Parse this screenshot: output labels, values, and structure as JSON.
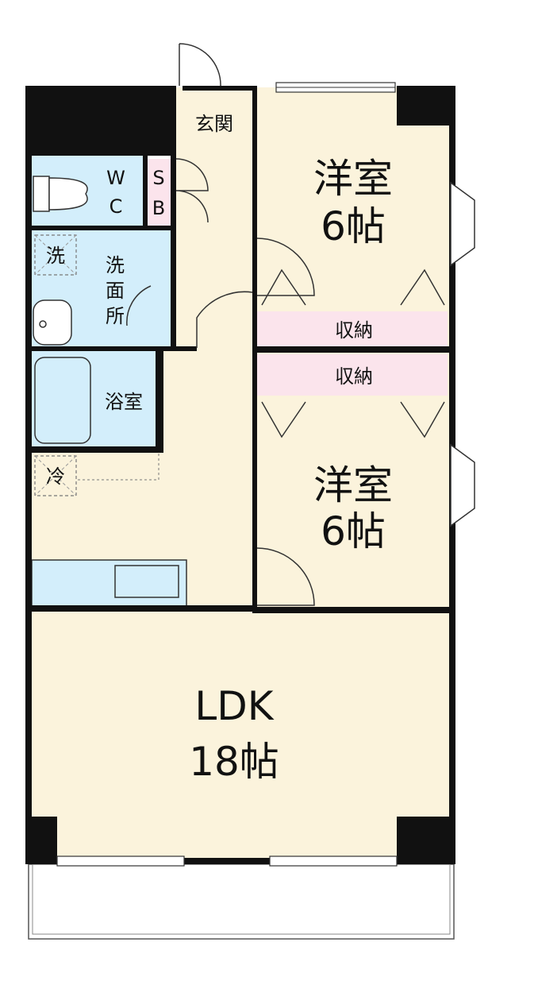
{
  "rooms": {
    "western_top": {
      "name": "洋室",
      "size": "6帖"
    },
    "western_bottom": {
      "name": "洋室",
      "size": "6帖"
    },
    "ldk": {
      "name": "LDK",
      "size": "18帖"
    },
    "entrance": {
      "label": "玄関"
    },
    "wc": {
      "line1": "W",
      "line2": "C"
    },
    "sb": {
      "line1": "S",
      "line2": "B"
    },
    "washroom": {
      "line1": "洗",
      "line2": "面",
      "line3": "所"
    },
    "bath": {
      "label": "浴室"
    },
    "storage_top": {
      "label": "収納"
    },
    "storage_bottom": {
      "label": "収納"
    },
    "washer": {
      "label": "洗"
    },
    "fridge": {
      "label": "冷"
    }
  },
  "colors": {
    "floor": "#fbf3dc",
    "wet_area": "#d3eefb",
    "storage": "#fbe4ec",
    "wall": "#111111"
  }
}
